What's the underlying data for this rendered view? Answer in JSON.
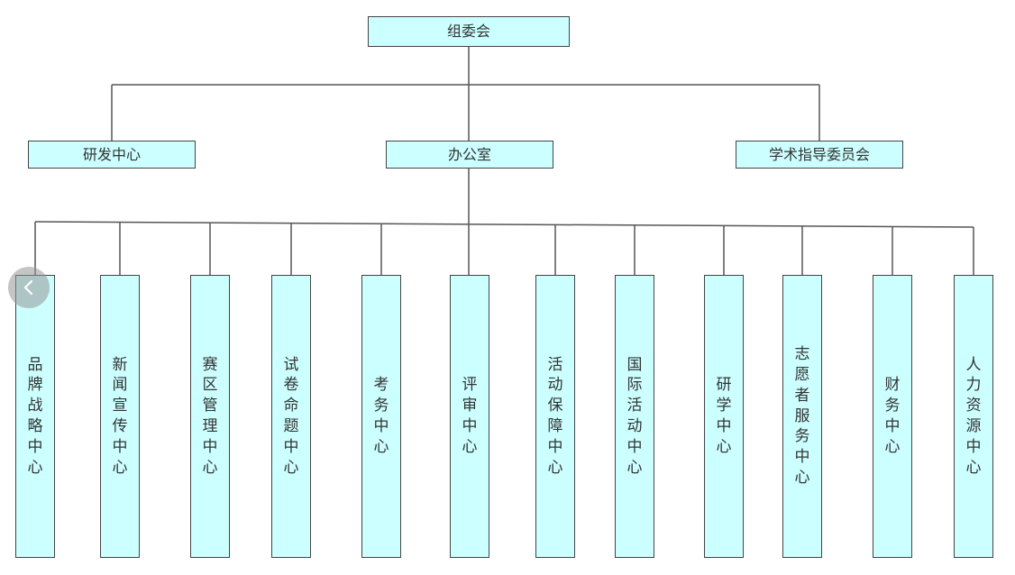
{
  "root": {
    "label": "组委会"
  },
  "level2": [
    {
      "id": "rd",
      "label": "研发中心"
    },
    {
      "id": "office",
      "label": "办公室"
    },
    {
      "id": "academic",
      "label": "学术指导委员会"
    }
  ],
  "centers": [
    {
      "id": "strategy",
      "label": "品牌战略中心"
    },
    {
      "id": "news",
      "label": "新闻宣传中心"
    },
    {
      "id": "venue",
      "label": "赛区管理中心"
    },
    {
      "id": "exam-paper",
      "label": "试卷命题中心"
    },
    {
      "id": "exam-affairs",
      "label": "考务中心"
    },
    {
      "id": "review",
      "label": "评审中心"
    },
    {
      "id": "activity-support",
      "label": "活动保障中心"
    },
    {
      "id": "intl",
      "label": "国际活动中心"
    },
    {
      "id": "study",
      "label": "研学中心"
    },
    {
      "id": "volunteer",
      "label": "志愿者服务中心"
    },
    {
      "id": "finance",
      "label": "财务中心"
    },
    {
      "id": "hr",
      "label": "人力资源中心"
    }
  ],
  "icons": {
    "nav_back": "chevron-left-icon"
  },
  "colors": {
    "node_fill": "#ccffff",
    "node_border": "#444444",
    "connector": "#555555"
  }
}
